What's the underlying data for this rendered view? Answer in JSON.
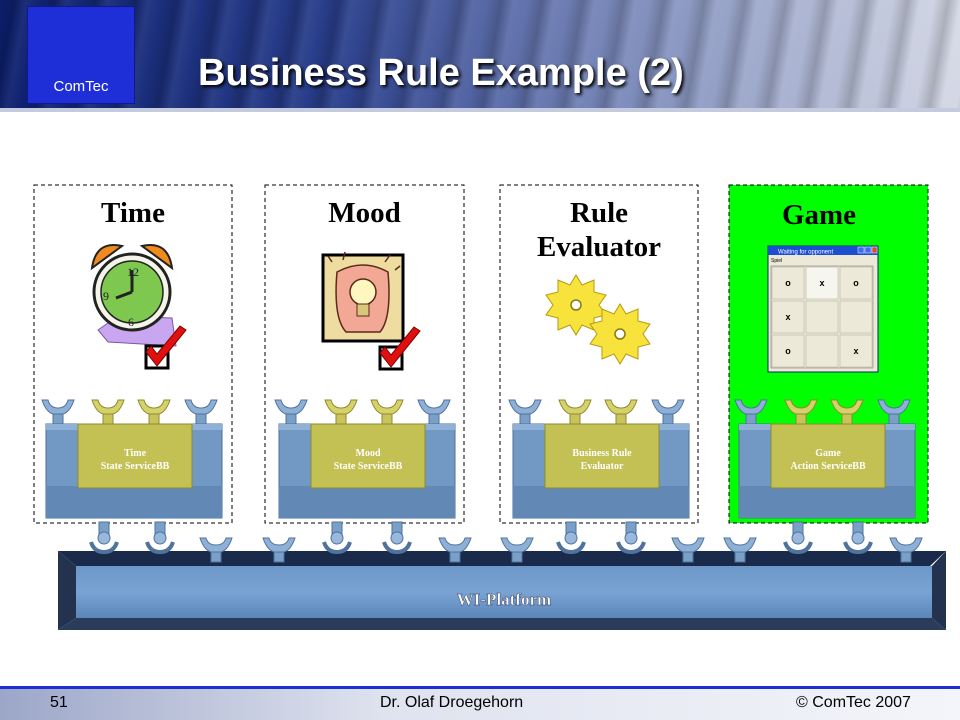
{
  "logo": {
    "text": "ComTec"
  },
  "title": "Business Rule Example (2)",
  "panels": [
    {
      "title": "Time",
      "block_line1": "Time",
      "block_line2": "State ServiceBB",
      "clock_12": "12",
      "clock_9": "9",
      "clock_6": "6"
    },
    {
      "title": "Mood",
      "block_line1": "Mood",
      "block_line2": "State ServiceBB"
    },
    {
      "title_line1": "Rule",
      "title_line2": "Evaluator",
      "block_line1": "Business Rule",
      "block_line2": "Evaluator"
    },
    {
      "title": "Game",
      "block_line1": "Game",
      "block_line2": "Action ServiceBB",
      "window": {
        "title": "Waiting for opponent",
        "menu": "Spiel",
        "cells": [
          "o",
          "x",
          "o",
          "x",
          "",
          "",
          "o",
          "",
          "x"
        ]
      }
    }
  ],
  "platform": {
    "label": "WI-Platform"
  },
  "footer": {
    "page": "51",
    "author": "Dr. Olaf Droegehorn",
    "copyright": "© ComTec 2007"
  },
  "colors": {
    "accent_blue": "#1f2fd8",
    "game_panel_green": "#00ff00",
    "block_yellow": "#c3c054",
    "block_blue": "#7199c4"
  }
}
